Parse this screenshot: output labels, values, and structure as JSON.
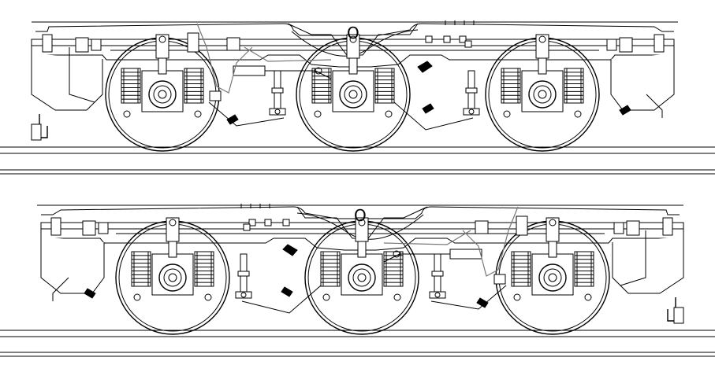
{
  "views": [
    {
      "id": "upper",
      "bogie_label": "O",
      "axles": 3
    },
    {
      "id": "lower",
      "bogie_label": "O",
      "axles": 3
    }
  ],
  "colors": {
    "line": "#000000",
    "background": "#ffffff",
    "pipe": "#777777"
  }
}
